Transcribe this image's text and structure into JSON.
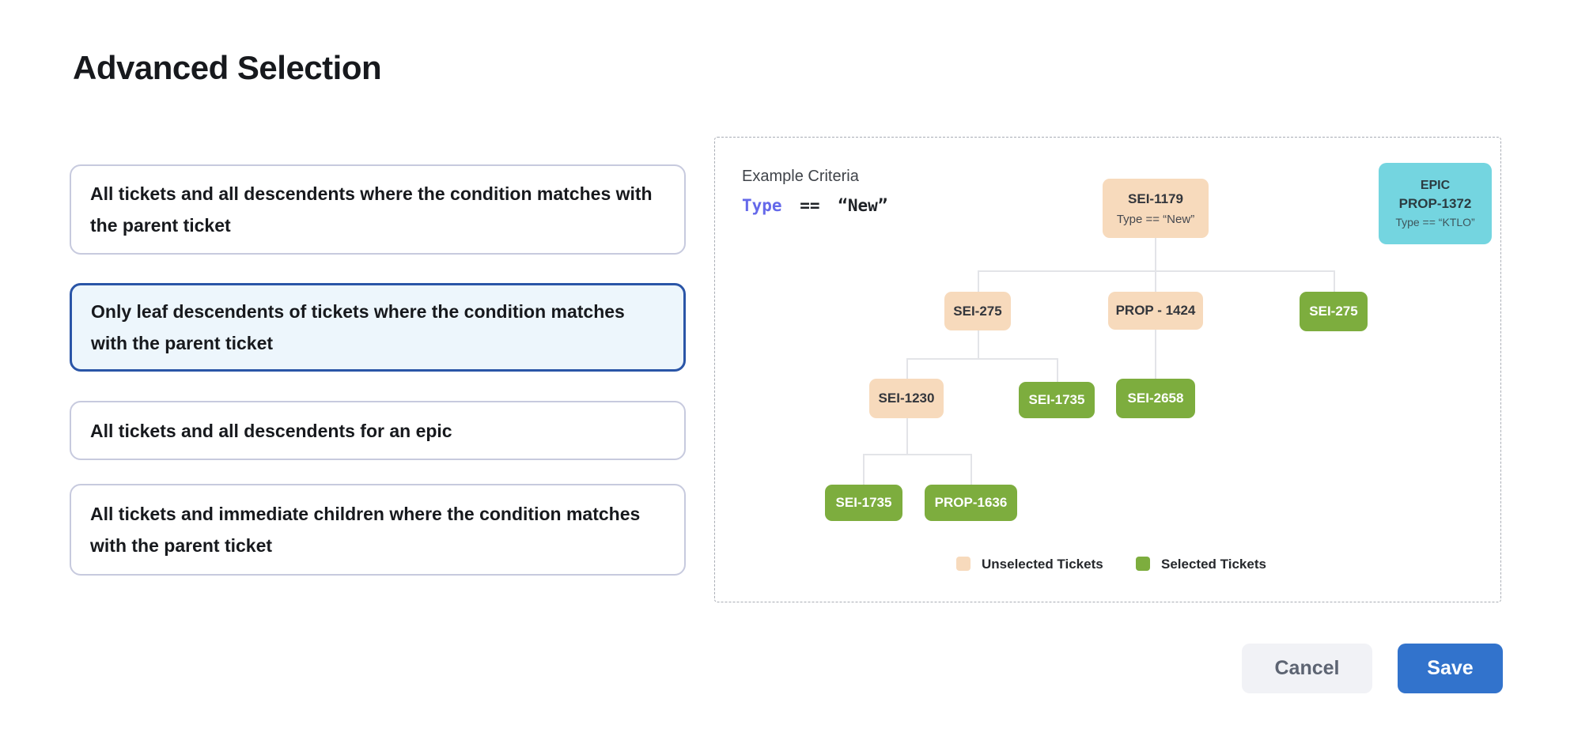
{
  "title": "Advanced Selection",
  "options": [
    {
      "label": "All tickets and all descendents where the condition matches with the parent ticket",
      "selected": false
    },
    {
      "label": "Only leaf descendents of tickets where the condition matches with the parent ticket",
      "selected": true
    },
    {
      "label": "All tickets and all descendents for an epic",
      "selected": false
    },
    {
      "label": "All tickets and immediate children where the condition matches with the parent ticket",
      "selected": false
    }
  ],
  "example": {
    "heading": "Example Criteria",
    "criteria": {
      "field": "Type",
      "operator": "==",
      "value": "“New”"
    }
  },
  "epic_card": {
    "line1": "EPIC",
    "line2": "PROP-1372",
    "line3": "Type == “KTLO”"
  },
  "tree": {
    "nodes": [
      {
        "label": "SEI-1179",
        "subtitle": "Type == “New”",
        "state": "unselected"
      },
      {
        "label": "SEI-275",
        "state": "unselected"
      },
      {
        "label": "PROP - 1424",
        "state": "unselected"
      },
      {
        "label": "SEI-275",
        "state": "selected"
      },
      {
        "label": "SEI-1230",
        "state": "unselected"
      },
      {
        "label": "SEI-1735",
        "state": "selected"
      },
      {
        "label": "SEI-2658",
        "state": "selected"
      },
      {
        "label": "SEI-1735",
        "state": "selected"
      },
      {
        "label": "PROP-1636",
        "state": "selected"
      }
    ]
  },
  "legend": [
    {
      "label": "Unselected Tickets",
      "color": "#f7dabc"
    },
    {
      "label": "Selected Tickets",
      "color": "#7dad3e"
    }
  ],
  "footer": {
    "cancel_label": "Cancel",
    "save_label": "Save"
  },
  "colors": {
    "accent_blue": "#3273cc",
    "selected_card_border": "#2a55a7",
    "selected_card_bg": "#edf6fc",
    "unselected_ticket": "#f7dabc",
    "selected_ticket": "#7dad3e",
    "epic_ticket": "#74d5e0",
    "criteria_field": "#6569ea"
  }
}
